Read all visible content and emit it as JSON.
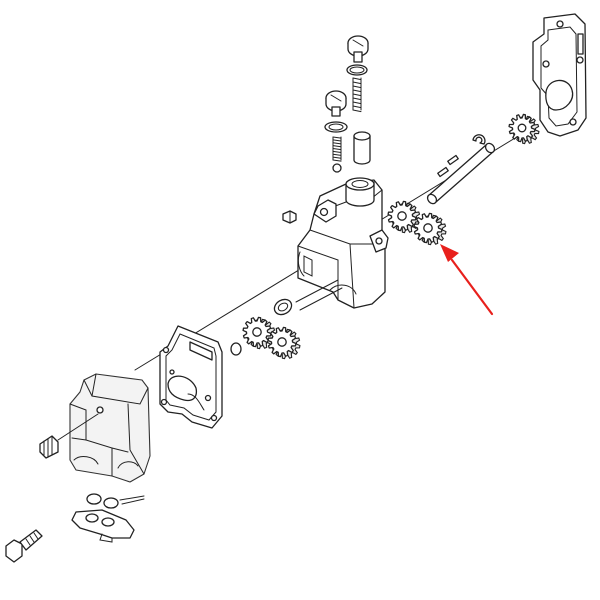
{
  "diagram": {
    "type": "exploded-parts-diagram",
    "callout": {
      "kind": "arrow",
      "color": "#e8201c",
      "points_to": "highlighted-gear"
    },
    "line_color": "#222222",
    "background": "#ffffff"
  },
  "gears": [
    {
      "id": "top-right",
      "teeth": 12,
      "r_outer": 13,
      "r_inner": 9.5
    },
    {
      "id": "upper-1",
      "teeth": 12,
      "r_outer": 14,
      "r_inner": 10.5
    },
    {
      "id": "highlighted",
      "teeth": 12,
      "r_outer": 14,
      "r_inner": 10.5
    },
    {
      "id": "lower-1",
      "teeth": 12,
      "r_outer": 14,
      "r_inner": 10.5
    },
    {
      "id": "lower-2",
      "teeth": 12,
      "r_outer": 14,
      "r_inner": 10.5
    }
  ]
}
